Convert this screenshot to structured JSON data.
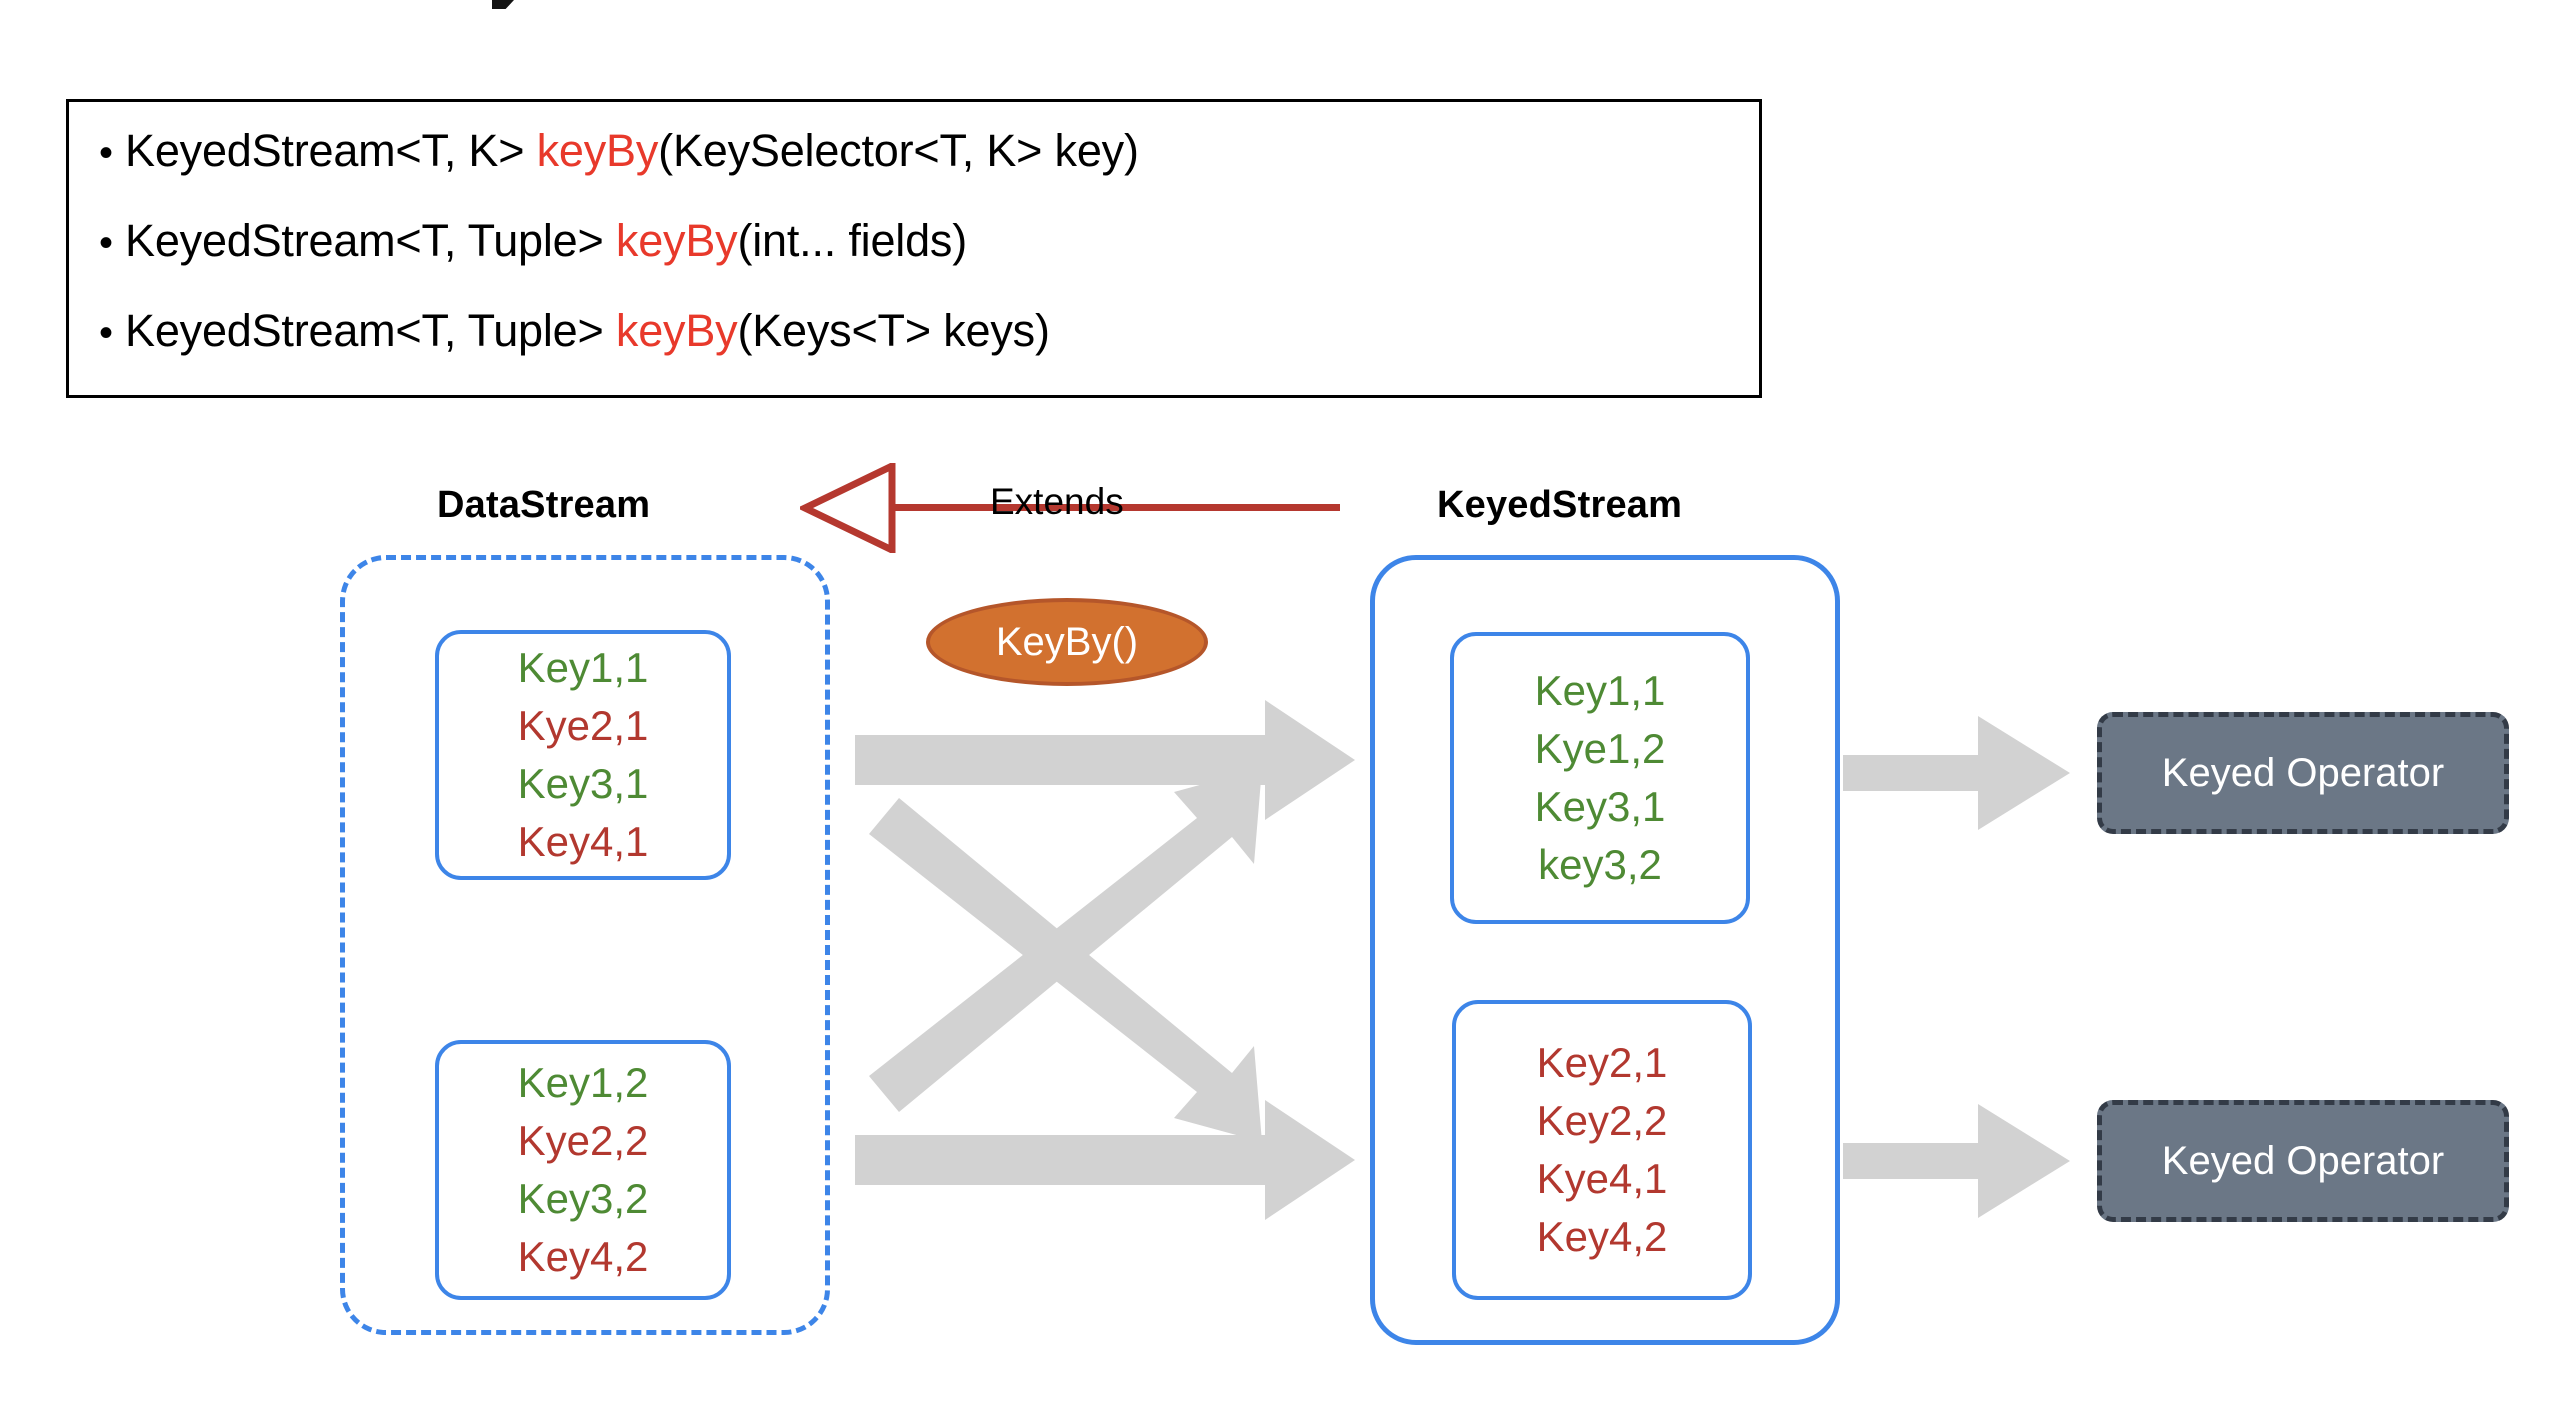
{
  "slide": {
    "clipped_title_fragment": ""
  },
  "api_box": {
    "bullet_glyph": "•",
    "signatures": [
      {
        "prefix": "KeyedStream<T, K> ",
        "keyword": "keyBy",
        "suffix": "(KeySelector<T, K> key)"
      },
      {
        "prefix": "KeyedStream<T, Tuple> ",
        "keyword": "keyBy",
        "suffix": "(int... fields)"
      },
      {
        "prefix": "KeyedStream<T, Tuple> ",
        "keyword": "keyBy",
        "suffix": "(Keys<T> keys)"
      }
    ],
    "keyword_color": "#E8392B",
    "border_color": "#000000"
  },
  "diagram": {
    "headings": {
      "left": "DataStream",
      "right": "KeyedStream"
    },
    "relationship": {
      "label": "Extends",
      "type": "inheritance-hollow-triangle",
      "direction": "KeyedStream-extends-DataStream",
      "color": "#B5382F"
    },
    "operation_node": {
      "label": "KeyBy()",
      "fill": "#D2712F",
      "stroke": "#B5562A",
      "text_color": "#FFFFFF"
    },
    "datastream": {
      "container_style": "dashed",
      "container_color": "#3D85E8",
      "partitions": [
        {
          "name": "datastream-partition-1",
          "records": [
            {
              "text": "Key1,1",
              "color": "green"
            },
            {
              "text": "Kye2,1",
              "color": "red"
            },
            {
              "text": "Key3,1",
              "color": "green"
            },
            {
              "text": "Key4,1",
              "color": "red"
            }
          ]
        },
        {
          "name": "datastream-partition-2",
          "records": [
            {
              "text": "Key1,2",
              "color": "green"
            },
            {
              "text": "Kye2,2",
              "color": "red"
            },
            {
              "text": "Key3,2",
              "color": "green"
            },
            {
              "text": "Key4,2",
              "color": "red"
            }
          ]
        }
      ]
    },
    "keyedstream": {
      "container_style": "solid",
      "container_color": "#3D85E8",
      "partitions": [
        {
          "name": "keyedstream-partition-1",
          "records": [
            {
              "text": "Key1,1",
              "color": "green"
            },
            {
              "text": "Kye1,2",
              "color": "green"
            },
            {
              "text": "Key3,1",
              "color": "green"
            },
            {
              "text": "key3,2",
              "color": "green"
            }
          ]
        },
        {
          "name": "keyedstream-partition-2",
          "records": [
            {
              "text": "Key2,1",
              "color": "red"
            },
            {
              "text": "Key2,2",
              "color": "red"
            },
            {
              "text": "Kye4,1",
              "color": "red"
            },
            {
              "text": "Key4,2",
              "color": "red"
            }
          ]
        }
      ]
    },
    "operators": [
      {
        "label": "Keyed Operator"
      },
      {
        "label": "Keyed Operator"
      }
    ],
    "arrow_color": "#D2D2D2",
    "record_colors": {
      "green": "#4E8A34",
      "red": "#B2382F"
    },
    "operator_colors": {
      "fill": "#6B7786",
      "border": "#333B47",
      "text": "#FFFFFF"
    }
  }
}
